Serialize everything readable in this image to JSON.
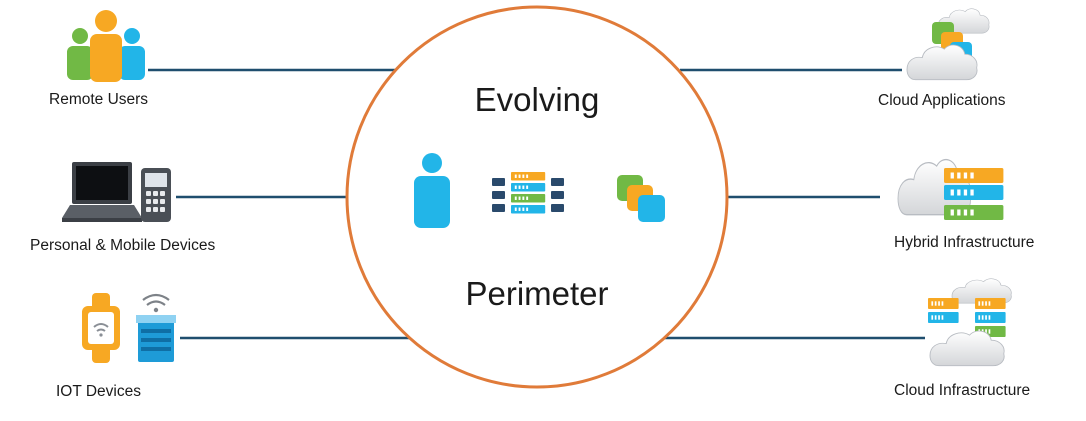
{
  "center": {
    "top_text": "Evolving",
    "bottom_text": "Perimeter",
    "icons": [
      "user-icon",
      "server-rack-icon",
      "app-stack-icon"
    ]
  },
  "left_nodes": [
    {
      "label": "Remote Users",
      "icon": "remote-users-icon"
    },
    {
      "label": "Personal & Mobile Devices",
      "icon": "laptop-phone-icon"
    },
    {
      "label": "IOT Devices",
      "icon": "iot-devices-icon"
    }
  ],
  "right_nodes": [
    {
      "label": "Cloud Applications",
      "icon": "cloud-apps-icon"
    },
    {
      "label": "Hybrid Infrastructure",
      "icon": "hybrid-infra-icon"
    },
    {
      "label": "Cloud Infrastructure",
      "icon": "cloud-infra-icon"
    }
  ],
  "colors": {
    "circle": "#e07b39",
    "connector": "#1f4e6e",
    "blue": "#22b5e8",
    "orange": "#f7a823",
    "green": "#71b945",
    "navy": "#2a4a6c"
  }
}
